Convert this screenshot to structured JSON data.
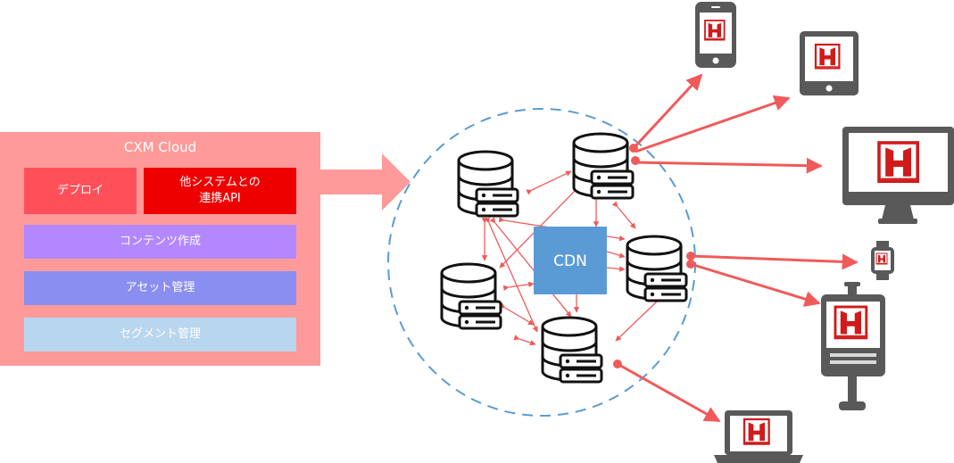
{
  "cxm_cloud": {
    "title": "CXM Cloud",
    "deploy": "デプロイ",
    "integration_line1": "他システムとの",
    "integration_line2": "連携API",
    "content_creation": "コンテンツ作成",
    "asset_management": "アセット管理",
    "segment_management": "セグメント管理"
  },
  "cdn": {
    "label": "CDN"
  },
  "colors": {
    "panel": "#ff9a9a",
    "deploy": "#ff505a",
    "integration": "#ee0000",
    "content": "#b388ff",
    "asset": "#8a8ef0",
    "segment": "#b8d6ee",
    "cdn": "#5b9bd5",
    "arrow": "#f05a5a",
    "device": "#595959",
    "logo": "#d11a1a"
  },
  "icons": [
    "database-server-icon",
    "smartphone-icon",
    "tablet-icon",
    "monitor-icon",
    "smartwatch-icon",
    "kiosk-icon",
    "laptop-icon",
    "brand-h-logo-icon"
  ]
}
